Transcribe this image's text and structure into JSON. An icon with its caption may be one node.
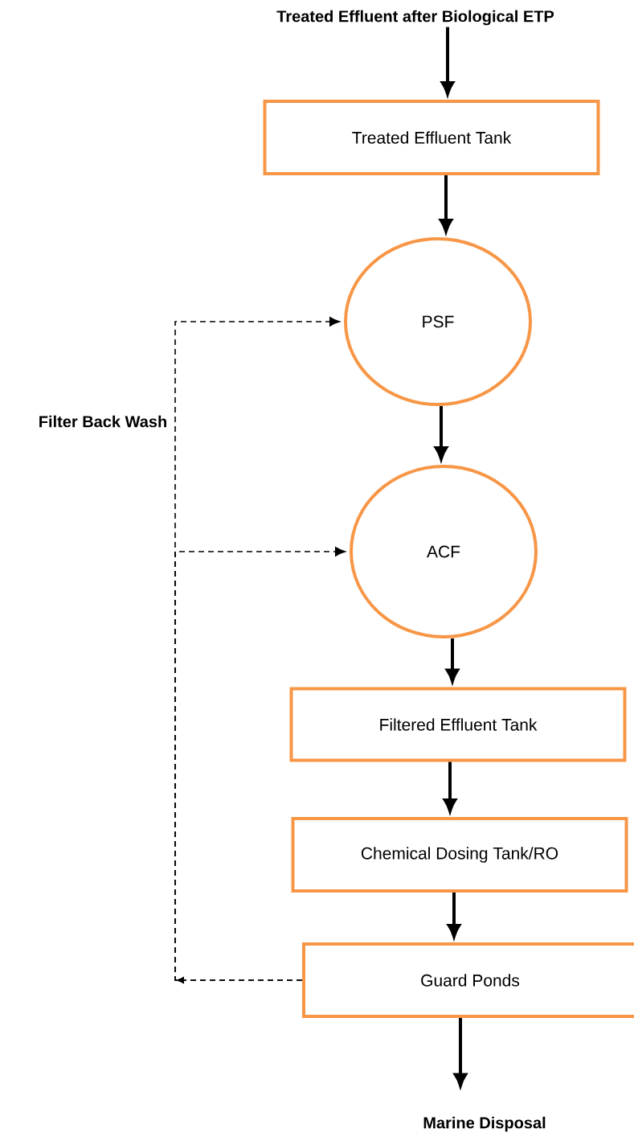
{
  "diagram": {
    "nodes": [
      {
        "text": [
          "Treated Effluent after Biological ETP"
        ]
      },
      {
        "text": [
          "Treated Effluent Tank"
        ]
      },
      {
        "text": [
          "PSF"
        ]
      },
      {
        "text": [
          "ACF"
        ]
      },
      {
        "text": [
          "Filtered Effluent Tank"
        ]
      },
      {
        "text": [
          "Chemical Dosing Tank/RO"
        ]
      },
      {
        "text": [
          "Guard Ponds"
        ]
      },
      {
        "text": [
          "Marine Disposal"
        ]
      }
    ],
    "edges": [
      {
        "from": 0,
        "to": 1,
        "arrow": "to"
      },
      {
        "from": 1,
        "to": 2,
        "arrow": "to"
      },
      {
        "from": 2,
        "to": 3,
        "arrow": "to"
      },
      {
        "from": 3,
        "to": 4,
        "arrow": "to"
      },
      {
        "from": 4,
        "to": 5,
        "arrow": "to"
      },
      {
        "from": 5,
        "to": 6,
        "arrow": "to"
      },
      {
        "from": 6,
        "to": 7,
        "arrow": "to"
      },
      {
        "from": 6,
        "to": 2,
        "arrow": "to",
        "style": "dashed"
      },
      {
        "from": 6,
        "to": 3,
        "arrow": "to",
        "style": "dashed"
      }
    ],
    "labels": [
      "Filter Back Wash"
    ]
  }
}
